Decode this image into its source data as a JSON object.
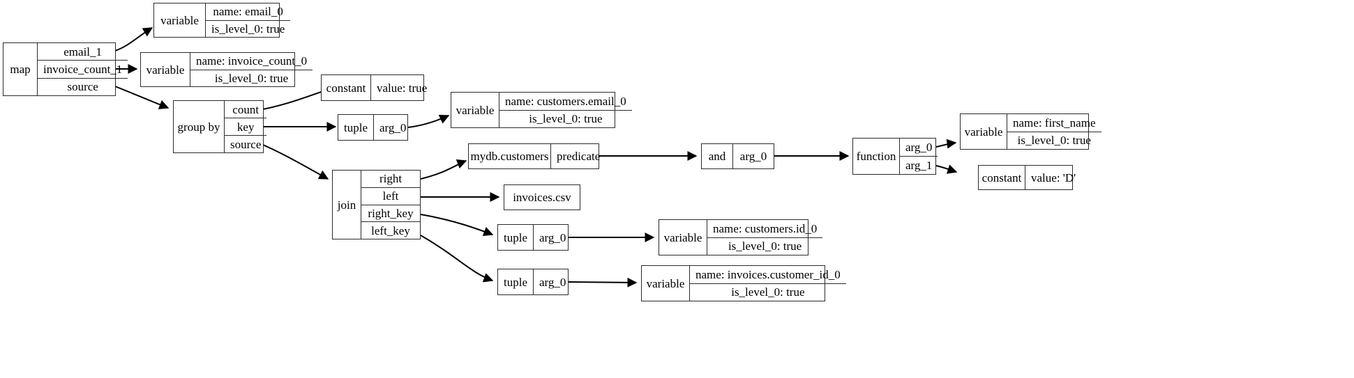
{
  "diagram": {
    "title": "query plan graph",
    "type": "directed-record-graph",
    "background_color": "#ffffff",
    "node_border_color": "#2b2b2b",
    "edge_color": "#000000"
  },
  "nodes": [
    {
      "id": "map",
      "label": "map",
      "fields": [
        "email_1",
        "invoice_count_1",
        "source"
      ]
    },
    {
      "id": "var_email_0",
      "label": "variable",
      "fields": [
        "name: email_0",
        "is_level_0: true"
      ]
    },
    {
      "id": "var_invoice_count_0",
      "label": "variable",
      "fields": [
        "name: invoice_count_0",
        "is_level_0: true"
      ]
    },
    {
      "id": "group_by",
      "label": "group by",
      "fields": [
        "count",
        "key",
        "source"
      ]
    },
    {
      "id": "constant_true",
      "label": "constant",
      "fields": [
        "value: true"
      ]
    },
    {
      "id": "tuple_key",
      "label": "tuple",
      "fields": [
        "arg_0"
      ]
    },
    {
      "id": "var_customers_email_0",
      "label": "variable",
      "fields": [
        "name: customers.email_0",
        "is_level_0: true"
      ]
    },
    {
      "id": "mydb_customers",
      "label": "mydb.customers",
      "fields": [
        "predicate"
      ]
    },
    {
      "id": "and",
      "label": "and",
      "fields": [
        "arg_0"
      ]
    },
    {
      "id": "function",
      "label": "function",
      "fields": [
        "arg_0",
        "arg_1"
      ]
    },
    {
      "id": "var_first_name",
      "label": "variable",
      "fields": [
        "name: first_name",
        "is_level_0: true"
      ]
    },
    {
      "id": "constant_d",
      "label": "constant",
      "fields": [
        "value: 'D'"
      ]
    },
    {
      "id": "join",
      "label": "join",
      "fields": [
        "right",
        "left",
        "right_key",
        "left_key"
      ]
    },
    {
      "id": "invoices_csv",
      "label": "invoices.csv",
      "fields": []
    },
    {
      "id": "tuple_right_key",
      "label": "tuple",
      "fields": [
        "arg_0"
      ]
    },
    {
      "id": "var_customers_id_0",
      "label": "variable",
      "fields": [
        "name: customers.id_0",
        "is_level_0: true"
      ]
    },
    {
      "id": "tuple_left_key",
      "label": "tuple",
      "fields": [
        "arg_0"
      ]
    },
    {
      "id": "var_invoices_customer_id_0",
      "label": "variable",
      "fields": [
        "name: invoices.customer_id_0",
        "is_level_0: true"
      ]
    }
  ],
  "edges": [
    {
      "from": "map.email_1",
      "to": "var_email_0"
    },
    {
      "from": "map.invoice_count_1",
      "to": "var_invoice_count_0"
    },
    {
      "from": "map.source",
      "to": "group_by"
    },
    {
      "from": "group_by.count",
      "to": "constant_true"
    },
    {
      "from": "group_by.key",
      "to": "tuple_key"
    },
    {
      "from": "group_by.source",
      "to": "join"
    },
    {
      "from": "tuple_key.arg_0",
      "to": "var_customers_email_0"
    },
    {
      "from": "mydb_customers.predicate",
      "to": "and"
    },
    {
      "from": "and.arg_0",
      "to": "function"
    },
    {
      "from": "function.arg_0",
      "to": "var_first_name"
    },
    {
      "from": "function.arg_1",
      "to": "constant_d"
    },
    {
      "from": "join.right",
      "to": "mydb_customers"
    },
    {
      "from": "join.left",
      "to": "invoices_csv"
    },
    {
      "from": "join.right_key",
      "to": "tuple_right_key"
    },
    {
      "from": "join.left_key",
      "to": "tuple_left_key"
    },
    {
      "from": "tuple_right_key.arg_0",
      "to": "var_customers_id_0"
    },
    {
      "from": "tuple_left_key.arg_0",
      "to": "var_invoices_customer_id_0"
    }
  ]
}
